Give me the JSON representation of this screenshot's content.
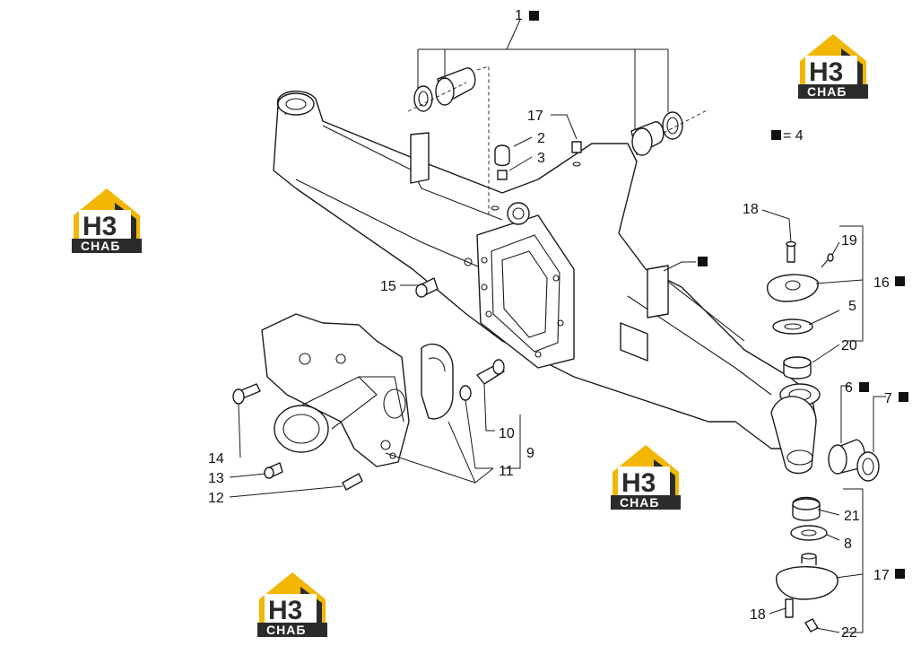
{
  "callouts": [
    {
      "id": "c1",
      "label": "1",
      "boxed": true
    },
    {
      "id": "c2",
      "label": "2",
      "boxed": false
    },
    {
      "id": "c3",
      "label": "3",
      "boxed": false
    },
    {
      "id": "c4",
      "label": "= 4",
      "boxed": true
    },
    {
      "id": "c5",
      "label": "5",
      "boxed": false
    },
    {
      "id": "c6",
      "label": "6",
      "boxed": true
    },
    {
      "id": "c7",
      "label": "7",
      "boxed": true
    },
    {
      "id": "c8",
      "label": "8",
      "boxed": false
    },
    {
      "id": "c9",
      "label": "9",
      "boxed": false
    },
    {
      "id": "c10",
      "label": "10",
      "boxed": false
    },
    {
      "id": "c11",
      "label": "11",
      "boxed": false
    },
    {
      "id": "c12",
      "label": "12",
      "boxed": false
    },
    {
      "id": "c13",
      "label": "13",
      "boxed": false
    },
    {
      "id": "c14",
      "label": "14",
      "boxed": false
    },
    {
      "id": "c15",
      "label": "15",
      "boxed": false
    },
    {
      "id": "c16",
      "label": "16",
      "boxed": true
    },
    {
      "id": "c17a",
      "label": "17",
      "boxed": false
    },
    {
      "id": "c17b",
      "label": "17",
      "boxed": true
    },
    {
      "id": "c18a",
      "label": "18",
      "boxed": false
    },
    {
      "id": "c18b",
      "label": "18",
      "boxed": false
    },
    {
      "id": "c19",
      "label": "19",
      "boxed": false
    },
    {
      "id": "c20",
      "label": "20",
      "boxed": false
    },
    {
      "id": "c21",
      "label": "21",
      "boxed": false
    },
    {
      "id": "c22",
      "label": "22",
      "boxed": false
    }
  ],
  "watermark": {
    "mark": "H3",
    "word": "СНАБ",
    "colors": {
      "yellow": "#f2b705",
      "dark": "#2b2b2b",
      "white": "#ffffff"
    }
  },
  "colors": {
    "line": "#1a1a1a",
    "background": "#ffffff"
  }
}
